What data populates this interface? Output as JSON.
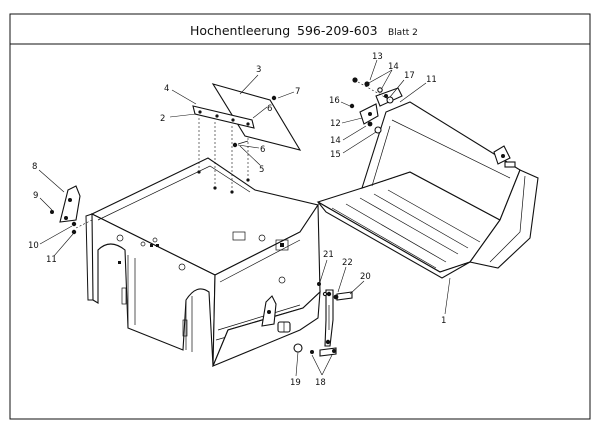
{
  "title": {
    "name": "Hochentleerung",
    "number": "596-209-603",
    "sheet": "Blatt 2"
  },
  "callouts": [
    "1",
    "2",
    "3",
    "4",
    "5",
    "6",
    "6",
    "7",
    "8",
    "9",
    "10",
    "11",
    "11",
    "12",
    "13",
    "14",
    "14",
    "15",
    "16",
    "17",
    "18",
    "19",
    "20",
    "21",
    "22"
  ]
}
